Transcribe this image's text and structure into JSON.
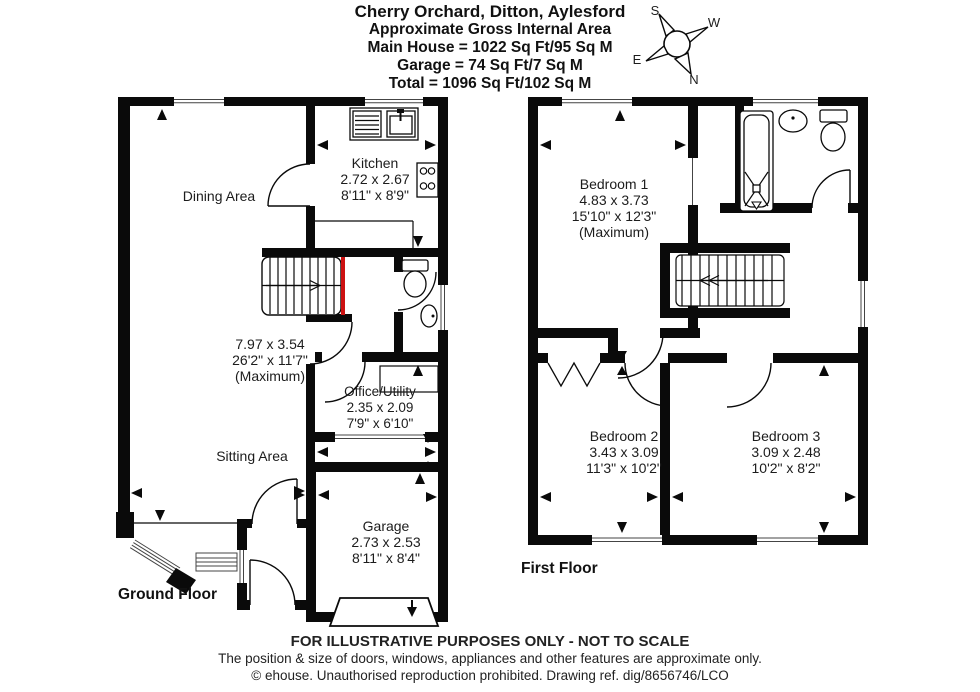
{
  "header": {
    "title": "Cherry Orchard, Ditton, Aylesford",
    "subtitle": "Approximate Gross Internal Area",
    "main_house": "Main House = 1022 Sq Ft/95 Sq M",
    "garage": "Garage = 74 Sq Ft/7 Sq M",
    "total": "Total = 1096 Sq Ft/102 Sq M"
  },
  "compass": {
    "north": "N",
    "south": "S",
    "east": "E",
    "west": "W"
  },
  "ground_floor": {
    "label": "Ground Floor",
    "rooms": {
      "dining": {
        "name": "Dining Area"
      },
      "kitchen": {
        "name": "Kitchen",
        "metric": "2.72 x 2.67",
        "imperial": "8'11\" x 8'9\""
      },
      "living": {
        "metric": "7.97 x 3.54",
        "imperial": "26'2\" x 11'7\"",
        "note": "(Maximum)"
      },
      "sitting": {
        "name": "Sitting Area"
      },
      "office": {
        "name": "Office/Utility",
        "metric": "2.35 x 2.09",
        "imperial": "7'9\" x 6'10\""
      },
      "garage": {
        "name": "Garage",
        "metric": "2.73 x 2.53",
        "imperial": "8'11\" x 8'4\""
      }
    }
  },
  "first_floor": {
    "label": "First Floor",
    "rooms": {
      "bedroom1": {
        "name": "Bedroom 1",
        "metric": "4.83 x 3.73",
        "imperial": "15'10\" x 12'3\"",
        "note": "(Maximum)"
      },
      "bedroom2": {
        "name": "Bedroom 2",
        "metric": "3.43 x 3.09",
        "imperial": "11'3\" x 10'2\""
      },
      "bedroom3": {
        "name": "Bedroom 3",
        "metric": "3.09 x 2.48",
        "imperial": "10'2\" x 8'2\""
      }
    }
  },
  "footer": {
    "disclaimer": "FOR ILLUSTRATIVE PURPOSES ONLY - NOT TO SCALE",
    "note": "The position & size of doors, windows, appliances and other features are approximate only.",
    "copyright": "© ehouse. Unauthorised reproduction prohibited. Drawing ref. dig/8656746/LCO"
  }
}
